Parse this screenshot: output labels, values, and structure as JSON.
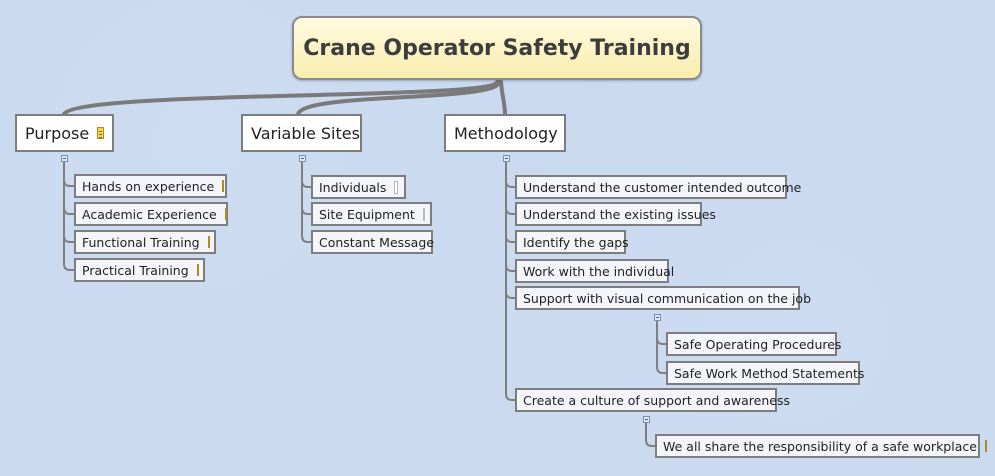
{
  "mindmap": {
    "root": "Crane Operator Safety Training",
    "purpose": {
      "label": "Purpose",
      "items": [
        "Hands on experience",
        "Academic Experience",
        "Functional Training",
        "Practical Training"
      ]
    },
    "variable_sites": {
      "label": "Variable Sites",
      "items": [
        "Individuals",
        "Site Equipment",
        "Constant Message"
      ]
    },
    "methodology": {
      "label": "Methodology",
      "items": [
        "Understand the customer intended outcome",
        "Understand the existing issues",
        "Identify the gaps",
        "Work with the individual",
        "Support with visual communication on the job",
        "Create a culture of support and awareness"
      ],
      "visual_sub": [
        "Safe Operating Procedures",
        "Safe Work Method Statements"
      ],
      "culture_sub": [
        "We all share the responsibility of a safe workplace"
      ]
    }
  }
}
